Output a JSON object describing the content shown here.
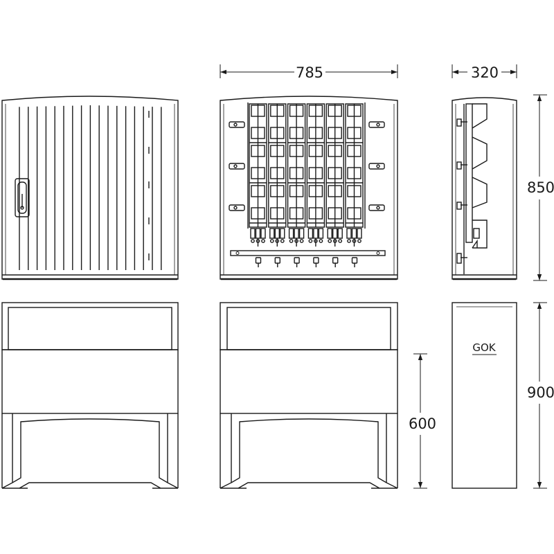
{
  "dimensions": {
    "width": "785",
    "depth": "320",
    "height_top": "850",
    "height_base": "900",
    "height_base_front": "600"
  },
  "labels": {
    "ground_level": "GOK"
  },
  "colors": {
    "line": "#1a1a1a",
    "background": "#ffffff"
  }
}
